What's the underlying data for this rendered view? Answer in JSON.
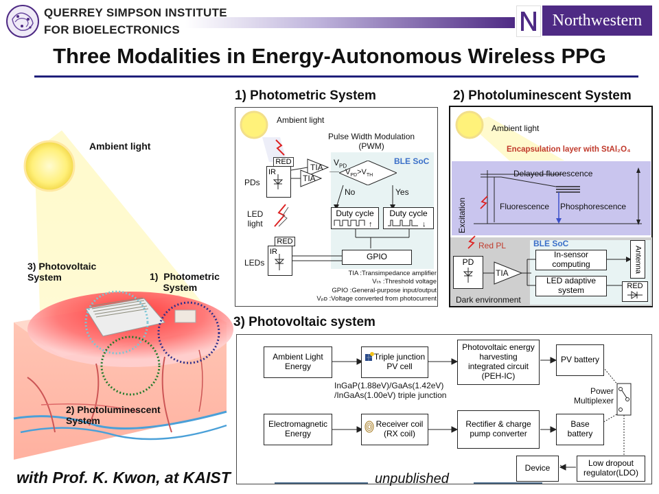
{
  "header": {
    "institute_line1": "QUERREY SIMPSON INSTITUTE",
    "institute_line2": "FOR BIOELECTRONICS",
    "university": "Northwestern",
    "title": "Three Modalities in Energy-Autonomous Wireless PPG"
  },
  "left": {
    "ambient_light": "Ambient light",
    "photovoltaic_label": "3) Photovoltaic\nSystem",
    "photometric_label": "1)  Photometric\n     System",
    "photoluminescent_label": "2) Photoluminescent\nSystem"
  },
  "photometric": {
    "heading": "1) Photometric System",
    "ambient": "Ambient light",
    "pwm": "Pulse Width Modulation\n(PWM)",
    "ble": "BLE SoC",
    "red": "RED",
    "ir": "IR",
    "pds": "PDs",
    "tia": "TIA",
    "vpd": "V",
    "vpd_sub": "PD",
    "compare_v1": "V",
    "compare_s1": "PD",
    "compare_mid": ">V",
    "compare_s2": "TH",
    "no": "No",
    "yes": "Yes",
    "led_light": "LED\nlight",
    "duty_up": "Duty cycle",
    "duty_down": "Duty cycle",
    "leds": "LEDs",
    "gpio": "GPIO",
    "legend": [
      "TIA :Transimpedance amplifier",
      "Vₜₕ :Threshold voltage",
      "GPIO :General-purpose input/output",
      "Vₚᴅ :Voltage converted from photocurrent"
    ]
  },
  "photoluminescent": {
    "heading": "2) Photoluminescent System",
    "ambient": "Ambient light",
    "encapsulation": "Encapsulation layer with StAl₂O₄",
    "delayed": "Delayed fluorescence",
    "fluorescence": "Fluorescence",
    "phosphorescence": "Phosphorescence",
    "excitation": "Excitation",
    "red_pl": "Red PL",
    "ble": "BLE SoC",
    "pd": "PD",
    "tia": "TIA",
    "insensor": "In-sensor\ncomputing",
    "adaptive": "LED adaptive\nsystem",
    "antenna": "Antenna",
    "red": "RED",
    "dark": "Dark environment"
  },
  "photovoltaic": {
    "heading": "3) Photovoltaic system",
    "ambient_energy": "Ambient Light\nEnergy",
    "pv_cell": "Triple junction\nPV cell",
    "peh_ic": "Photovoltaic energy\nharvesting\nintegrated circuit\n(PEH-IC)",
    "pv_battery": "PV battery",
    "junction_note": "InGaP(1.88eV)/GaAs(1.42eV)\n/InGaAs(1.00eV) triple junction",
    "power_mux": "Power\nMultiplexer",
    "em_energy": "Electromagnetic\nEnergy",
    "rx_coil": "Receiver coil\n(RX coil)",
    "rectifier": "Rectifier & charge\npump converter",
    "base_battery": "Base\nbattery",
    "device": "Device",
    "ldo": "Low dropout\nregulator(LDO)"
  },
  "footer": {
    "credit": "with Prof. K. Kwon, at KAIST",
    "unpublished": "unpublished"
  },
  "colors": {
    "purple": "#4e2a84",
    "navy": "#1f1f7a",
    "ble_bg": "#e8f3f3",
    "lavender": "#c9c5ee"
  }
}
